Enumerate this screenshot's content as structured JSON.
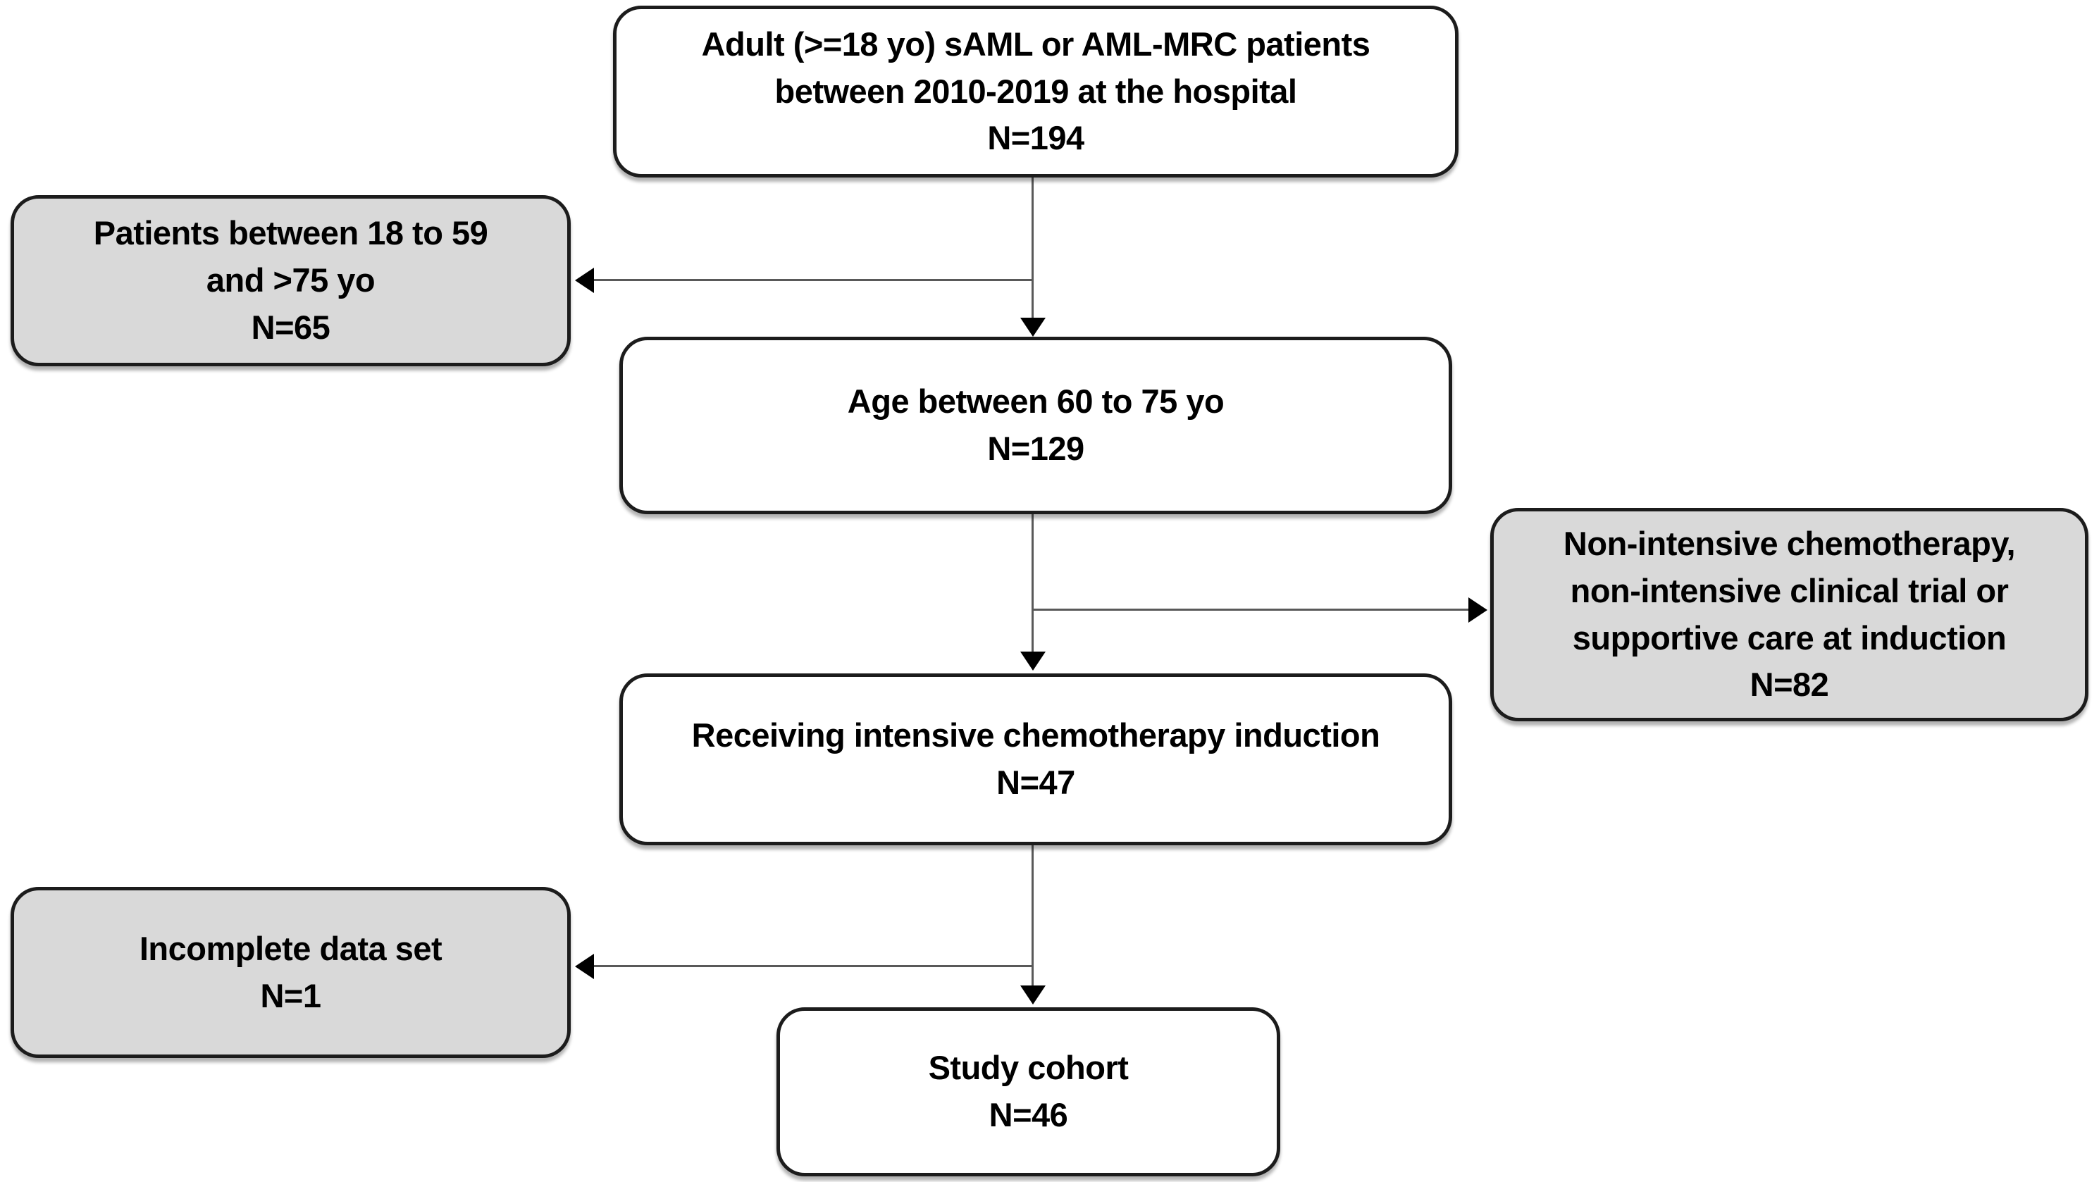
{
  "flowchart": {
    "boxes": {
      "screened": {
        "lines": [
          "Adult (>=18 yo) sAML or AML-MRC patients",
          "between 2010-2019 at the hospital",
          "N=194"
        ],
        "n": 194,
        "variant": "white"
      },
      "excluded_age": {
        "lines": [
          "Patients between 18 to 59",
          "and >75 yo",
          "N=65"
        ],
        "n": 65,
        "variant": "gray"
      },
      "age_60_75": {
        "lines": [
          "Age between 60 to 75 yo",
          "N=129"
        ],
        "n": 129,
        "variant": "white"
      },
      "excluded_nonintensive": {
        "lines": [
          "Non-intensive chemotherapy,",
          "non-intensive clinical trial or",
          "supportive care at induction",
          "N=82"
        ],
        "n": 82,
        "variant": "gray"
      },
      "intensive_induction": {
        "lines": [
          "Receiving intensive chemotherapy induction",
          "N=47"
        ],
        "n": 47,
        "variant": "white"
      },
      "excluded_incomplete": {
        "lines": [
          "Incomplete data set",
          "N=1"
        ],
        "n": 1,
        "variant": "gray"
      },
      "study_cohort": {
        "lines": [
          "Study cohort",
          "N=46"
        ],
        "n": 46,
        "variant": "white"
      }
    },
    "colors": {
      "box_fill_white": "#ffffff",
      "box_fill_gray": "#d9d9d9",
      "box_border": "#1c1c1c",
      "connector_line": "#595959",
      "arrowhead": "#000000",
      "text": "#000000"
    }
  }
}
